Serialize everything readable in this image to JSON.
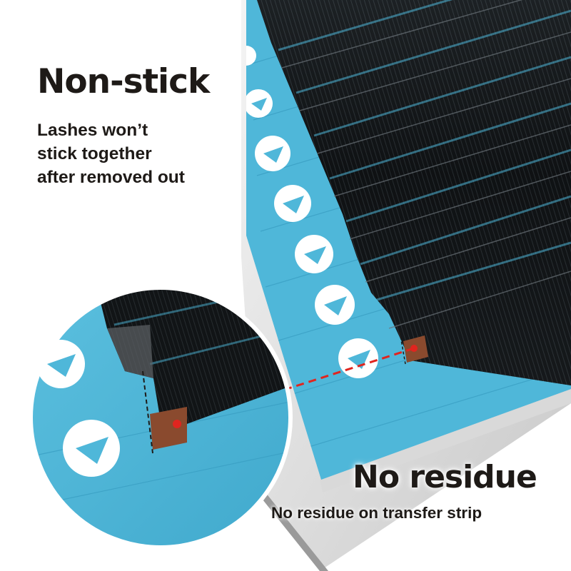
{
  "colors": {
    "tray_blue": "#4fb7d9",
    "lash_black": "#111416",
    "strip_brown": "#8a4a2e",
    "highlight_red": "#e0251f",
    "text_dark": "#1e1a17"
  },
  "icons": [
    "chevron-logo-icon"
  ],
  "left_callout": {
    "title": "Non-stick",
    "lines": [
      "Lashes won’t",
      "stick together",
      "after removed out"
    ]
  },
  "right_callout": {
    "title": "No residue",
    "subtitle": "No residue on transfer strip"
  }
}
